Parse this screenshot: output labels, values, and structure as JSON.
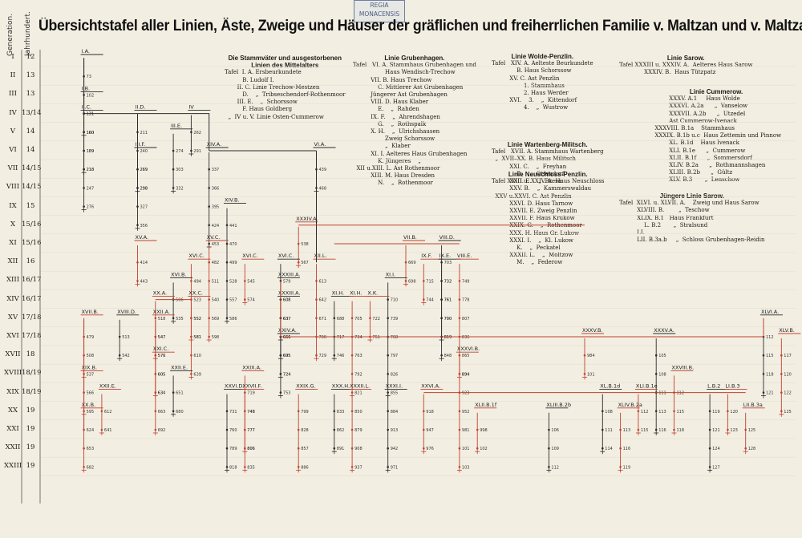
{
  "title": "Übersichtstafel aller Linien, Äste, Zweige und Häuser der gräflichen und freiherrlichen Familie v. Maltzan und v. Maltzahn.",
  "stamp": [
    "REGIA",
    "MONACENSIS"
  ],
  "column_headers": {
    "generation": "Generation.",
    "century": "Jahrhundert."
  },
  "rows": [
    {
      "gen": "I",
      "cen": "12"
    },
    {
      "gen": "II",
      "cen": "13"
    },
    {
      "gen": "III",
      "cen": "13"
    },
    {
      "gen": "IV",
      "cen": "13/14"
    },
    {
      "gen": "V",
      "cen": "14"
    },
    {
      "gen": "VI",
      "cen": "14"
    },
    {
      "gen": "VII",
      "cen": "14/15"
    },
    {
      "gen": "VIII",
      "cen": "14/15"
    },
    {
      "gen": "IX",
      "cen": "15"
    },
    {
      "gen": "X",
      "cen": "15/16"
    },
    {
      "gen": "XI",
      "cen": "15/16"
    },
    {
      "gen": "XII",
      "cen": "16"
    },
    {
      "gen": "XIII",
      "cen": "16/17"
    },
    {
      "gen": "XIV",
      "cen": "16/17"
    },
    {
      "gen": "XV",
      "cen": "17/18"
    },
    {
      "gen": "XVI",
      "cen": "17/18"
    },
    {
      "gen": "XVII",
      "cen": "18"
    },
    {
      "gen": "XVIII",
      "cen": "18/19"
    },
    {
      "gen": "XIX",
      "cen": "18/19"
    },
    {
      "gen": "XX",
      "cen": "19"
    },
    {
      "gen": "XXI",
      "cen": "19"
    },
    {
      "gen": "XXII",
      "cen": "19"
    },
    {
      "gen": "XXIII",
      "cen": "19"
    }
  ],
  "legend": [
    {
      "title": "Die Stammväter und ausgestorbenen\nLinien des Mittelalters",
      "text": "Tafel  I. A. Ersbeurkundete\n          B. Ludolf I.\n       II. C. Linie Trechow-Mestzen\n          D.    „  Tribseschendorf-Rothenmoor\n       III. E.    „  Schorssow\n          F. Haus Goldberg\n  „  IV u. V. Linie Osten-Cummerow"
    },
    {
      "title": "Linie Grubenhagen.",
      "text": "Tafel   VI. A. Stammhaus Grubenhagen und\n                  Haus Wendisch-Trechow\n          VII. B. Haus Trechow\n              C. Mittlerer Ast Grubenhagen\n          Jüngerer Ast Grubenhagen\n          VIII. D. Haus Klaber\n              E.    „  Rahden\n          IX. F.    „  Ahrendshagen\n              G.    „  Rothspalk\n          X. H.    „  Ulrichshausen\n                  Zweig Schorssow\n                  „  Klaber\n          XI. I. Aelteres Haus Grubenhagen\n              K. Jüngeres    „\n  XII u.XIII. L. Ast Rothenmoor\n          XIII. M. Haus Dresden\n              N.    „  Rothenmoor"
    },
    {
      "title": "Linie Wolde-Penzlin.",
      "text": "Tafel   XIV. A. Aelteste Beurkundete\n              B. Haus Schorssow\n          XV. C. Ast Penzlin\n                  1. Stammhaus\n                  2. Haus Werder\n          XVI.    3.    „  Kittendorf\n                  4.    „  Wustrow"
    },
    {
      "title": "Linie Wartenberg-Militsch.",
      "text": "Tafel   XVII. A. Stammhaus Wartenberg\n  „  XVII–XX. B. Haus Militsch\n          XXI. C.    „  Freyhan\n              D.    „  Ottendorf\n          XXII. E.    „  Bresa"
    },
    {
      "title": "Linie Neuschloss-Penzlin.",
      "text": "Tafel XXIII u. XXIV. A. Haus Neuschloss\n          XXV. B.    „  Kammerswaldau\n  XXV u.XXVI. C. Ast Penzlin\n          XXVI. D. Haus Tarnow\n          XXVII. E. Zweig Penzlin\n          XXVII. F. Haus Krukow\n          XXIX. G.    „  Rothenmoor\n          XXX. H. Haus Gr. Lukow\n          XXXI. I.    „  Kl. Lukow\n              K.    „  Peckatel\n          XXXII. L.    „  Moltzow\n              M.    „  Federow"
    },
    {
      "title": "Linie Sarow.",
      "text": "Tafel XXXIII u. XXXIV. A.  Aelteres Haus Sarow\n              XXXIV. B.  Haus Tützpatz"
    },
    {
      "title": "Linie Cummerow.",
      "text": "          XXXV. A.1     Haus Wolde\n          XXXVI. A.2a      „  Vanselow\n          XXXVII. A.2b      „  Utzedel\n          Ast Cummerow-Ivenack\n  XXXVIII. B.1a    Stammhaus\n  XXXIX. B.1b u.c  Haus Zettemin und Pinnow\n          XL. B.1d    Haus Ivenack\n          XLI. B.1e      „  Cummerow\n          XLII. B.1f      „  Sommersdorf\n          XLIV. B.2a      „  Rothmannshagen\n          XLIII. B.2b      „  Gültz\n          XLV. B.3       „  Lenschow"
    },
    {
      "title": "Jüngere Linie Sarow.",
      "text": "Tafel  XLVI. u. XLVII. A.    Zweig und Haus Sarow\n          XLVIII. B.        „  Teschow\n          XLIX. B.1   Haus Frankfurt\n              L. B.2       „  Stralsund\n          LI.\n          LII. B.3a.b     „  Schloss Grubenhagen-Reidin"
    }
  ],
  "tree": {
    "branches": [
      {
        "label": "I.A.",
        "col": 2,
        "row": 0
      },
      {
        "label": "I.B.",
        "col": 2,
        "row": 2
      },
      {
        "label": "II.C.",
        "col": 2,
        "row": 3
      },
      {
        "label": "II.D.",
        "col": 5,
        "row": 3
      },
      {
        "label": "IV",
        "col": 8,
        "row": 3
      },
      {
        "label": "III.E.",
        "col": 7,
        "row": 4
      },
      {
        "label": "III.F.",
        "col": 5,
        "row": 5
      },
      {
        "label": "XIV.A.",
        "col": 9,
        "row": 5
      },
      {
        "label": "VI.A.",
        "col": 15,
        "row": 5
      },
      {
        "label": "XIV.B.",
        "col": 10,
        "row": 8
      },
      {
        "label": "XXXIV.A.",
        "col": 14,
        "row": 9
      },
      {
        "label": "XV.A.",
        "col": 5,
        "row": 10
      },
      {
        "label": "XV.C.",
        "col": 9,
        "row": 10
      },
      {
        "label": "VII.B.",
        "col": 20,
        "row": 10
      },
      {
        "label": "VIII.D.",
        "col": 22,
        "row": 10
      },
      {
        "label": "XII.L.",
        "col": 15,
        "row": 11
      },
      {
        "label": "XVI.C.",
        "col": 8,
        "row": 11
      },
      {
        "label": "XVI.C.",
        "col": 11,
        "row": 11
      },
      {
        "label": "XVI.C.",
        "col": 13,
        "row": 11
      },
      {
        "label": "IX.F.",
        "col": 21,
        "row": 11
      },
      {
        "label": "IX.E.",
        "col": 22,
        "row": 11
      },
      {
        "label": "VIII.E.",
        "col": 23,
        "row": 11
      },
      {
        "label": "XVI.B.",
        "col": 7,
        "row": 12
      },
      {
        "label": "XXXIII.A.",
        "col": 13,
        "row": 12
      },
      {
        "label": "XI.I.",
        "col": 19,
        "row": 12
      },
      {
        "label": "XXXIII.A.",
        "col": 13,
        "row": 13
      },
      {
        "label": "XX.A.",
        "col": 6,
        "row": 13
      },
      {
        "label": "XX.C.",
        "col": 8,
        "row": 13
      },
      {
        "label": "XI.H.",
        "col": 16,
        "row": 13
      },
      {
        "label": "XI.H.",
        "col": 17,
        "row": 13
      },
      {
        "label": "X.K.",
        "col": 18,
        "row": 13
      },
      {
        "label": "XVII.B.",
        "col": 2,
        "row": 14
      },
      {
        "label": "XVIII.D.",
        "col": 4,
        "row": 14
      },
      {
        "label": "XXII.A.",
        "col": 6,
        "row": 14
      },
      {
        "label": "XXIV.A.",
        "col": 13,
        "row": 15
      },
      {
        "label": "XXXV.B.",
        "col": 30,
        "row": 15
      },
      {
        "label": "XXXV.A.",
        "col": 34,
        "row": 15
      },
      {
        "label": "XLVI.A.",
        "col": 40,
        "row": 14
      },
      {
        "label": "XLV.B.",
        "col": 41,
        "row": 15
      },
      {
        "label": "XXI.C.",
        "col": 6,
        "row": 16
      },
      {
        "label": "XXXVI.B.",
        "col": 23,
        "row": 16
      },
      {
        "label": "XIX.B.",
        "col": 2,
        "row": 17
      },
      {
        "label": "XXII.E.",
        "col": 7,
        "row": 17
      },
      {
        "label": "XXVIII.B.",
        "col": 35,
        "row": 17
      },
      {
        "label": "XXIX.A.",
        "col": 11,
        "row": 17
      },
      {
        "label": "XXII.E.",
        "col": 3,
        "row": 18
      },
      {
        "label": "XXVI.D.",
        "col": 10,
        "row": 18
      },
      {
        "label": "XXVII.F.",
        "col": 11,
        "row": 18
      },
      {
        "label": "XXIX.G.",
        "col": 14,
        "row": 18
      },
      {
        "label": "XXX.H.",
        "col": 16,
        "row": 18
      },
      {
        "label": "XXXII.L.",
        "col": 17,
        "row": 18
      },
      {
        "label": "XXXI.I.",
        "col": 19,
        "row": 18
      },
      {
        "label": "XXVI.A.",
        "col": 21,
        "row": 18
      },
      {
        "label": "XL.B.1d",
        "col": 31,
        "row": 18
      },
      {
        "label": "XLI.B.1e",
        "col": 33,
        "row": 18
      },
      {
        "label": "L.B.2",
        "col": 37,
        "row": 18
      },
      {
        "label": "LI.B.3",
        "col": 38,
        "row": 18
      },
      {
        "label": "XX.B.",
        "col": 2,
        "row": 19
      },
      {
        "label": "XLII.B.1f",
        "col": 24,
        "row": 19
      },
      {
        "label": "XLIII.B.2b",
        "col": 28,
        "row": 19
      },
      {
        "label": "XLIV.B.2a",
        "col": 32,
        "row": 19
      },
      {
        "label": "LII.B.3a",
        "col": 39,
        "row": 19
      }
    ]
  }
}
